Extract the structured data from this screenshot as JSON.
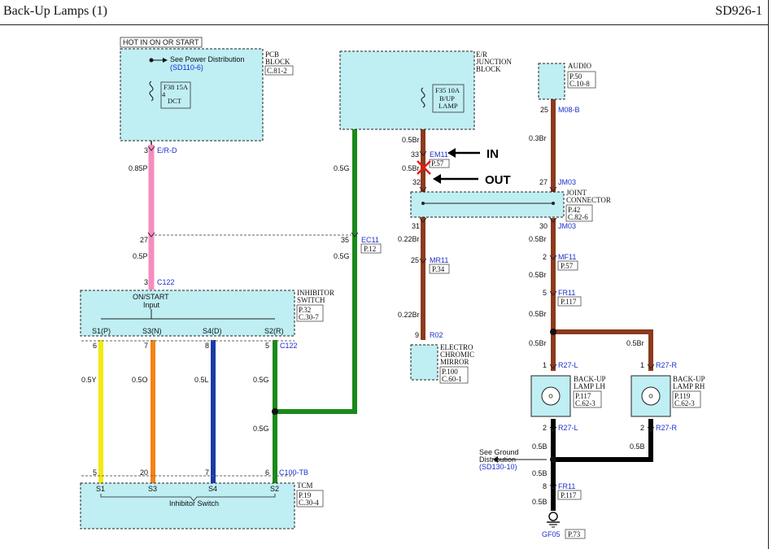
{
  "header": {
    "title": "Back-Up Lamps (1)",
    "code": "SD926-1"
  },
  "colors": {
    "component_fill": "#bfeef3",
    "brown": "#8b3a1e",
    "pink": "#f58cc0",
    "green": "#1a8a1a",
    "yellow": "#f3ea10",
    "orange": "#f5820f",
    "blue": "#1b3aa6",
    "black": "#000000",
    "red_x": "#e11b1b",
    "link_blue": "#1a2ecc"
  },
  "pcb_block": {
    "hot_label": "HOT IN ON OR START",
    "see_label": "See Power Distribution",
    "see_ref": "(SD110-6)",
    "fuse": "F38 15A",
    "fuse_num": "4",
    "fuse_name": "DCT",
    "name_1": "PCB",
    "name_2": "BLOCK",
    "ref": "C.81-2",
    "pin": "3",
    "connector": "E/R-D",
    "wire": "0.85P"
  },
  "er_junction": {
    "name_1": "E/R",
    "name_2": "JUNCTION",
    "name_3": "BLOCK",
    "fuse": "F35 10A",
    "fuse_name_1": "B/UP",
    "fuse_name_2": "LAMP",
    "wire_top": "0.5Br",
    "pin_33": "33",
    "connector": "EM11",
    "ref": "P.57",
    "wire_mid": "0.5Br",
    "pin_32": "32"
  },
  "annotations": {
    "in": "IN",
    "out": "OUT"
  },
  "audio": {
    "name": "AUDIO",
    "ref_p": "P.50",
    "ref_c": "C.10-8",
    "pin": "25",
    "connector": "M08-B",
    "wire": "0.3Br"
  },
  "joint_connector": {
    "name_1": "JOINT",
    "name_2": "CONNECTOR",
    "ref_p": "P.42",
    "ref_c": "C.82-6",
    "pin_27": "27",
    "conn_top": "JM03",
    "pin_31": "31",
    "pin_30": "30",
    "conn_bottom": "JM03"
  },
  "ec11": {
    "pin_27": "27",
    "pin_35": "35",
    "connector": "EC11",
    "ref": "P.12",
    "wire_green_top": "0.5G",
    "wire_green_mid": "0.5G",
    "wire_pink": "0.5P"
  },
  "mirror_branch": {
    "wire_1": "0.22Br",
    "pin_25": "25",
    "connector": "MR11",
    "ref": "P.34",
    "wire_2": "0.22Br",
    "pin_9": "9",
    "conn_r02": "R02",
    "name_1": "ELECTRO",
    "name_2": "CHROMIC",
    "name_3": "MIRROR",
    "ref_p": "P.100",
    "ref_c": "C.60-1"
  },
  "lamp_branch": {
    "wire_1": "0.5Br",
    "pin_mf_2": "2",
    "conn_mf": "MF11",
    "ref_mf": "P.57",
    "wire_2": "0.5Br",
    "pin_fr_5": "5",
    "conn_fr": "FR11",
    "ref_fr": "P.117",
    "wire_3": "0.5Br",
    "wire_4": "0.5Br",
    "wire_rh": "0.5Br"
  },
  "lamp_lh": {
    "pin_top": "1",
    "conn_top": "R27-L",
    "name_1": "BACK-UP",
    "name_2": "LAMP LH",
    "ref_p": "P.117",
    "ref_c": "C.62-3",
    "pin_bottom": "2",
    "conn_bottom": "R27-L",
    "wire": "0.5B"
  },
  "lamp_rh": {
    "pin_top": "1",
    "conn_top": "R27-R",
    "name_1": "BACK-UP",
    "name_2": "LAMP RH",
    "ref_p": "P.119",
    "ref_c": "C.62-3",
    "pin_bottom": "2",
    "conn_bottom": "R27-R",
    "wire": "0.5B"
  },
  "ground": {
    "see_1": "See Ground",
    "see_2": "Distribution",
    "see_ref": "(SD130-10)",
    "wire_1": "0.5B",
    "pin_8": "8",
    "connector": "FR11",
    "ref": "P.117",
    "wire_2": "0.5B",
    "ground_name": "GF05",
    "ground_ref": "P.73"
  },
  "inhibitor_switch": {
    "pin_3": "3",
    "connector": "C122",
    "input_1": "ON/START",
    "input_2": "Input",
    "name_1": "INHIBITOR",
    "name_2": "SWITCH",
    "ref_p": "P.32",
    "ref_c": "C.30-7",
    "sw1": "S1(P)",
    "sw2": "S3(N)",
    "sw3": "S4(D)",
    "sw4": "S2(R)",
    "pin_6": "6",
    "pin_7": "7",
    "pin_8": "8",
    "pin_5": "5",
    "conn_bottom": "C122",
    "wire_y": "0.5Y",
    "wire_o": "0.5O",
    "wire_l": "0.5L",
    "wire_g1": "0.5G",
    "wire_g2": "0.5G"
  },
  "tcm": {
    "pin_5": "5",
    "pin_20": "20",
    "pin_7": "7",
    "pin_6": "6",
    "connector": "C100-TB",
    "s1": "S1",
    "s3": "S3",
    "s4": "S4",
    "s2": "S2",
    "name": "TCM",
    "ref_p": "P.19",
    "ref_c": "C.30-4",
    "inner_label": "Inhibitor Switch"
  }
}
